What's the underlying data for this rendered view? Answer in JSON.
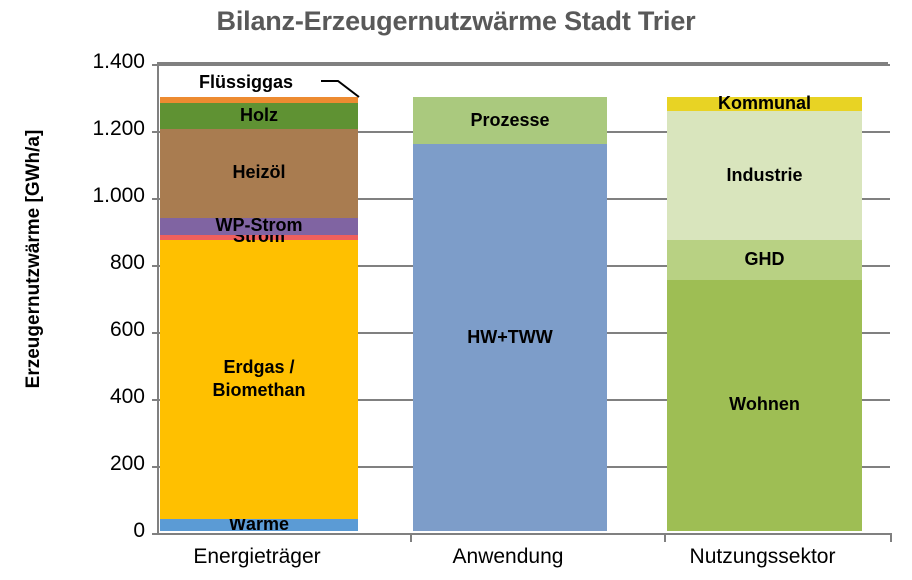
{
  "chart_data": {
    "type": "bar",
    "title": "Bilanz-Erzeugernutzwärme Stadt Trier",
    "xlabel": "",
    "ylabel": "Erzeugernutzwärme [GWh/a]",
    "ylim": [
      0,
      1400
    ],
    "ytick_labels": [
      "1.400",
      "1.200",
      "1.000",
      "800",
      "600",
      "400",
      "200",
      "0"
    ],
    "ytick_values": [
      1400,
      1200,
      1000,
      800,
      600,
      400,
      200,
      0
    ],
    "grid": true,
    "legend": "none (segments labeled in place)",
    "stacked": true,
    "categories": [
      "Energieträger",
      "Anwendung",
      "Nutzungssektor"
    ],
    "bars": [
      {
        "category": "Energieträger",
        "total": 1295,
        "segments": [
          {
            "name": "Wärme",
            "value": 35,
            "color": "#5b9bd5",
            "label_shown": true,
            "label_color": "#000000"
          },
          {
            "name": "Erdgas / Biomethan",
            "value": 835,
            "color": "#ffc000",
            "label_shown": true,
            "label_color": "#000000"
          },
          {
            "name": "Strom",
            "value": 15,
            "color": "#f0605d",
            "label_shown": true,
            "label_color": "#000000"
          },
          {
            "name": "WP-Strom",
            "value": 50,
            "color": "#8064a2",
            "label_shown": true,
            "label_color": "#000000"
          },
          {
            "name": "Heizöl",
            "value": 265,
            "color": "#a97c50",
            "label_shown": true,
            "label_color": "#000000"
          },
          {
            "name": "Holz",
            "value": 78,
            "color": "#5f9233",
            "label_shown": true,
            "label_color": "#000000"
          },
          {
            "name": "Flüssiggas",
            "value": 17,
            "color": "#ed8b31",
            "label_shown": false,
            "label_color": "#000000"
          }
        ]
      },
      {
        "category": "Anwendung",
        "total": 1295,
        "segments": [
          {
            "name": "HW+TWW",
            "value": 1155,
            "color": "#7d9dc9",
            "label_shown": true,
            "label_color": "#000000"
          },
          {
            "name": "Prozesse",
            "value": 140,
            "color": "#aac97e",
            "label_shown": true,
            "label_color": "#000000"
          }
        ]
      },
      {
        "category": "Nutzungssektor",
        "total": 1295,
        "segments": [
          {
            "name": "Wohnen",
            "value": 750,
            "color": "#9ebe54",
            "label_shown": true,
            "label_color": "#000000"
          },
          {
            "name": "GHD",
            "value": 118,
            "color": "#b8d183",
            "label_shown": true,
            "label_color": "#000000"
          },
          {
            "name": "Industrie",
            "value": 385,
            "color": "#d9e5bd",
            "label_shown": true,
            "label_color": "#000000"
          },
          {
            "name": "Kommunal",
            "value": 42,
            "color": "#e8d324",
            "label_shown": true,
            "label_color": "#000000"
          }
        ]
      }
    ],
    "callouts": [
      {
        "text": "Flüssiggas",
        "points_to": "Flüssiggas"
      }
    ],
    "colors": {
      "title": "#595959",
      "axis": "#808080",
      "text": "#000000",
      "background": "#ffffff"
    }
  }
}
